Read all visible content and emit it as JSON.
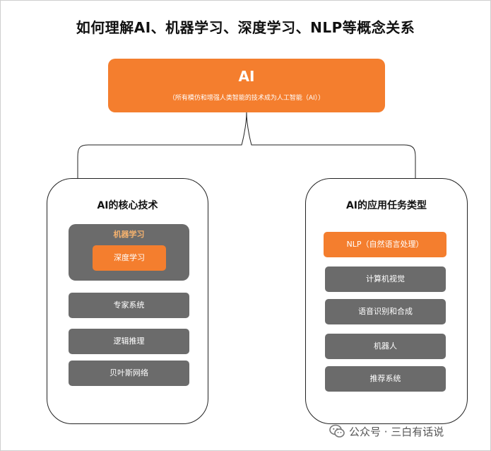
{
  "title": "如何理解AI、机器学习、深度学习、NLP等概念关系",
  "ai": {
    "label": "AI",
    "subtitle": "（所有模仿和增强人类智能的技术成为人工智能（AI））"
  },
  "left_group": {
    "title": "AI的核心技术",
    "machine_learning": "机器学习",
    "deep_learning": "深度学习",
    "items": [
      "专家系统",
      "逻辑推理",
      "贝叶斯网络"
    ]
  },
  "right_group": {
    "title": "AI的应用任务类型",
    "highlight": "NLP（自然语言处理）",
    "items": [
      "计算机视觉",
      "语音识别和合成",
      "机器人",
      "推荐系统"
    ]
  },
  "watermark": {
    "icon": "wechat-icon",
    "text": "公众号 · 三白有话说"
  },
  "colors": {
    "orange": "#F47E2E",
    "gray": "#6B6B6B",
    "ml_label": "#F5B26E",
    "border": "#222222"
  }
}
